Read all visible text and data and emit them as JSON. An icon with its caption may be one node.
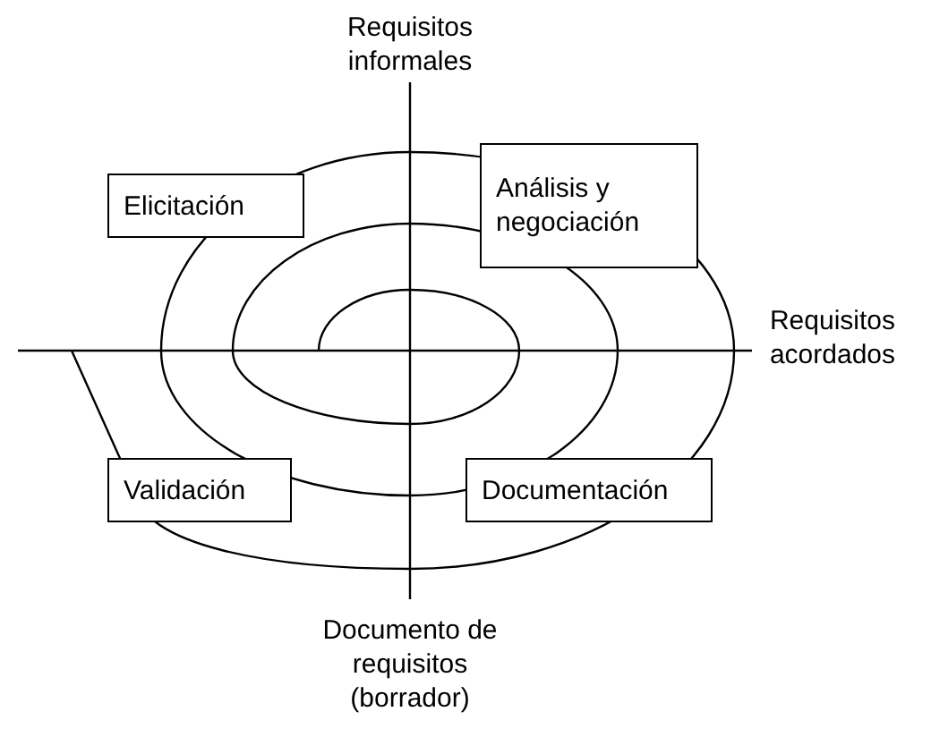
{
  "diagram": {
    "nodes": [
      {
        "text": [
          "Elicitación"
        ]
      },
      {
        "text": [
          "Análisis y negociación"
        ]
      },
      {
        "text": [
          "Validación"
        ]
      },
      {
        "text": [
          "Documentación"
        ]
      }
    ],
    "labels": [
      "Requisitos informales",
      "Requisitos acordados",
      "Documento de requisitos (borrador)"
    ]
  }
}
